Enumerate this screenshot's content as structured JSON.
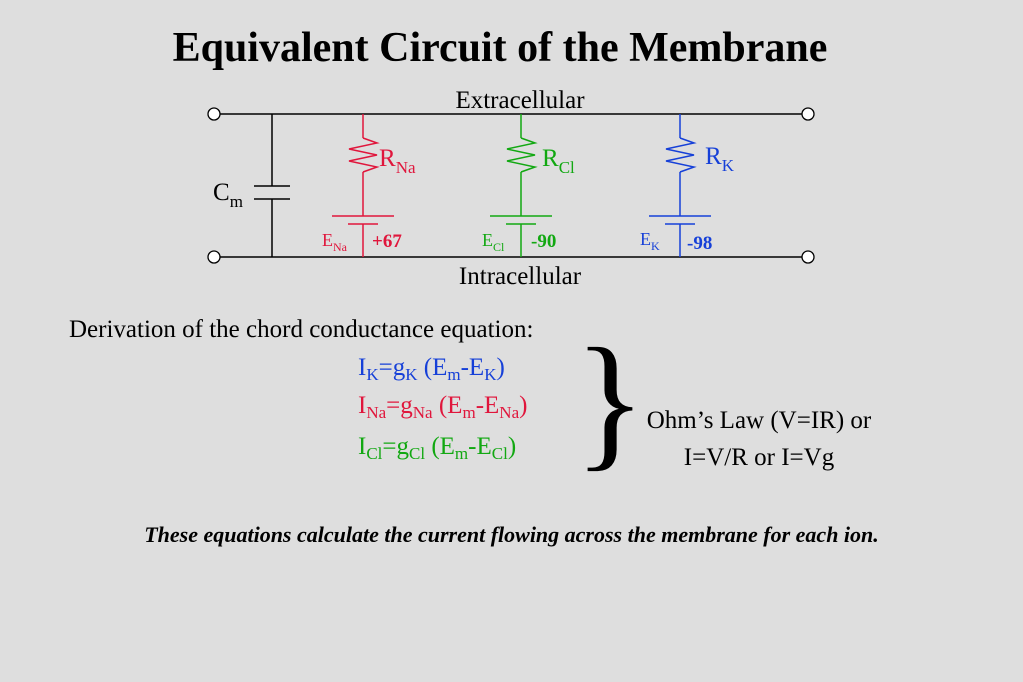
{
  "title": "Equivalent Circuit of the Membrane",
  "circuit": {
    "extracellular_label": "Extracellular",
    "intracellular_label": "Intracellular",
    "capacitor": {
      "label": "C",
      "sub": "m"
    },
    "branches": [
      {
        "key": "na",
        "color": "#e0163c",
        "r_label": "R",
        "r_sub": "Na",
        "e_label": "E",
        "e_sub": "Na",
        "e_value": "+67"
      },
      {
        "key": "cl",
        "color": "#12a812",
        "r_label": "R",
        "r_sub": "Cl",
        "e_label": "E",
        "e_sub": "Cl",
        "e_value": "-90"
      },
      {
        "key": "k",
        "color": "#1640d8",
        "r_label": "R",
        "r_sub": "K",
        "e_label": "E",
        "e_sub": "K",
        "e_value": "-98"
      }
    ]
  },
  "derivation_label": "Derivation of the chord conductance equation:",
  "equations": {
    "k": {
      "I": "I",
      "eq": "=g",
      "open": " (E",
      "m": "m",
      "dash": "-E",
      "close": ")",
      "sub": "K",
      "color": "#1640d8"
    },
    "na": {
      "I": "I",
      "eq": "=g",
      "open": " (E",
      "m": "m",
      "dash": "-E",
      "close": ")",
      "sub": "Na",
      "color": "#e0163c"
    },
    "cl": {
      "I": "I",
      "eq": "=g",
      "open": " (E",
      "m": "m",
      "dash": "-E",
      "close": ")",
      "sub": "Cl",
      "color": "#12a812"
    }
  },
  "brace": "}",
  "ohm_line1": "Ohm’s Law (V=IR) or",
  "ohm_line2": "I=V/R or I=Vg",
  "footer": "These equations calculate the current flowing across the membrane for each ion."
}
